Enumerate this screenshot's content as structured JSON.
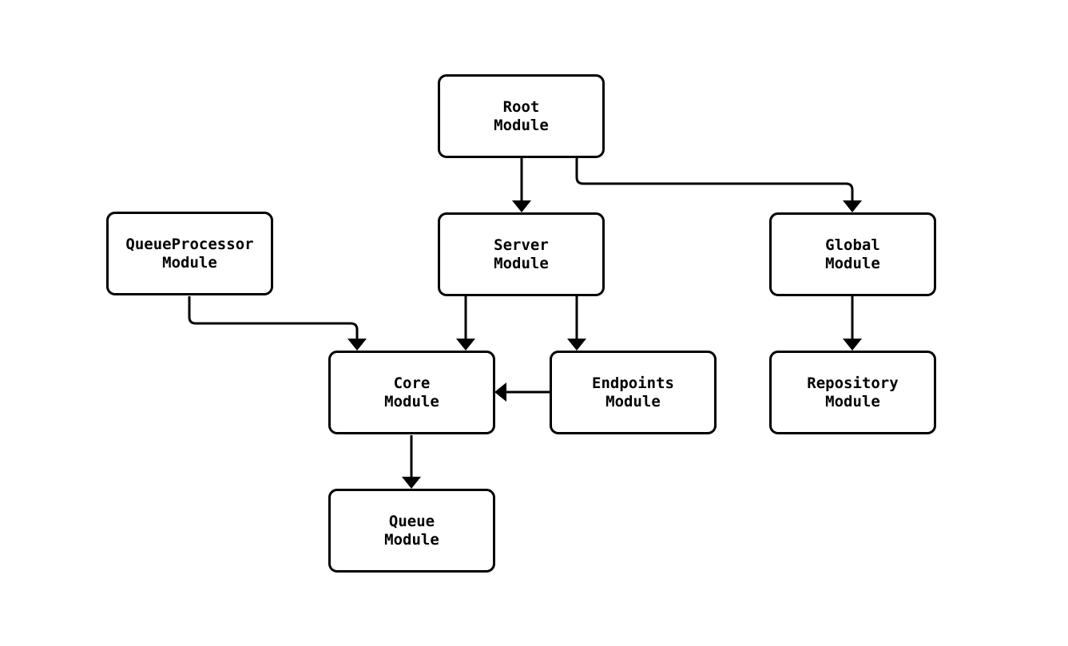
{
  "diagram": {
    "type": "module-dependency-flowchart",
    "direction": "top-down",
    "colors": {
      "background": "#ffffff",
      "node_fill": "#ffffff",
      "node_stroke": "#000000",
      "edge_stroke": "#000000",
      "text": "#000000"
    },
    "nodes": [
      {
        "id": "root",
        "label": "Root\nModule"
      },
      {
        "id": "server",
        "label": "Server\nModule"
      },
      {
        "id": "queueProcessor",
        "label": "QueueProcessor\nModule"
      },
      {
        "id": "global",
        "label": "Global\nModule"
      },
      {
        "id": "core",
        "label": "Core\nModule"
      },
      {
        "id": "endpoints",
        "label": "Endpoints\nModule"
      },
      {
        "id": "repository",
        "label": "Repository\nModule"
      },
      {
        "id": "queue",
        "label": "Queue\nModule"
      }
    ],
    "edges": [
      {
        "from": "root",
        "to": "server"
      },
      {
        "from": "root",
        "to": "global"
      },
      {
        "from": "queueProcessor",
        "to": "core"
      },
      {
        "from": "server",
        "to": "core"
      },
      {
        "from": "server",
        "to": "endpoints"
      },
      {
        "from": "endpoints",
        "to": "core"
      },
      {
        "from": "global",
        "to": "repository"
      },
      {
        "from": "core",
        "to": "queue"
      }
    ]
  }
}
